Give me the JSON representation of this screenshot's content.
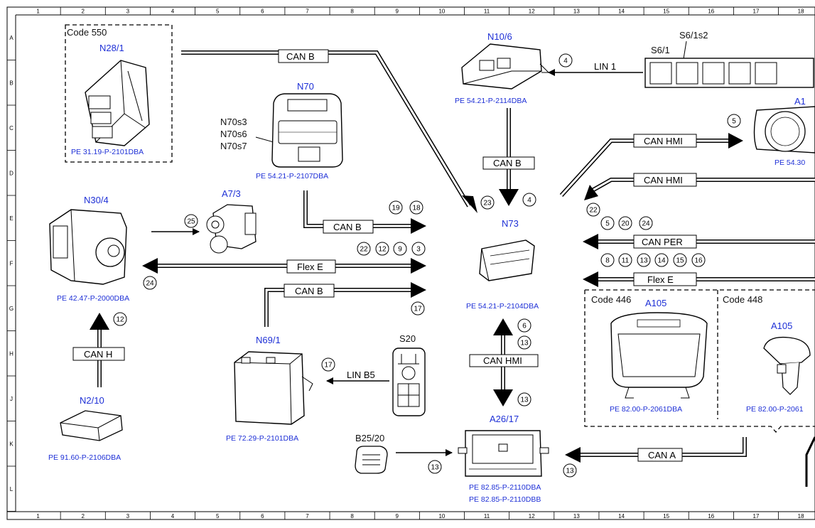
{
  "grid": {
    "columns": [
      "1",
      "2",
      "3",
      "4",
      "5",
      "6",
      "7",
      "8",
      "9",
      "10",
      "11",
      "12",
      "13",
      "14",
      "15",
      "16",
      "17",
      "18"
    ],
    "rows": [
      "A",
      "B",
      "C",
      "D",
      "E",
      "F",
      "G",
      "H",
      "J",
      "K",
      "L"
    ]
  },
  "codes": {
    "code_550": "Code 550",
    "code_446": "Code 446",
    "code_448": "Code 448"
  },
  "components": {
    "n28_1": "N28/1",
    "n70": "N70",
    "n70s3": "N70s3",
    "n70s6": "N70s6",
    "n70s7": "N70s7",
    "n10_6": "N10/6",
    "s6_1s2": "S6/1s2",
    "s6_1": "S6/1",
    "a1": "A1",
    "n30_4": "N30/4",
    "a7_3": "A7/3",
    "n73": "N73",
    "n69_1": "N69/1",
    "s20": "S20",
    "n2_10": "N2/10",
    "a26_17": "A26/17",
    "b25_20": "B25/20",
    "a105_446": "A105",
    "a105_448": "A105"
  },
  "refs": {
    "n28_1": "PE 31.19-P-2101DBA",
    "n70": "PE 54.21-P-2107DBA",
    "n10_6": "PE 54.21-P-2114DBA",
    "a1": "PE 54.30",
    "n30_4": "PE 42.47-P-2000DBA",
    "n73": "PE 54.21-P-2104DBA",
    "n69_1": "PE 72.29-P-2101DBA",
    "n2_10": "PE 91.60-P-2106DBA",
    "a26_17_a": "PE 82.85-P-2110DBA",
    "a26_17_b": "PE 82.85-P-2110DBB",
    "a105_446": "PE 82.00-P-2061DBA",
    "a105_448": "PE 82.00-P-2061"
  },
  "buses": {
    "can_b_top": "CAN B",
    "lin_1": "LIN 1",
    "can_b_vertical": "CAN B",
    "can_hmi_1": "CAN HMI",
    "can_hmi_2": "CAN HMI",
    "can_b_e": "CAN B",
    "flex_e_left": "Flex E",
    "can_b_g": "CAN B",
    "can_per": "CAN PER",
    "flex_e_right": "Flex E",
    "can_h": "CAN H",
    "lin_b5": "LIN B5",
    "can_hmi_lower": "CAN HMI",
    "can_a": "CAN A"
  },
  "markers": {
    "m4a": "4",
    "m4b": "4",
    "m5a": "5",
    "m22": "22",
    "m23": "23",
    "m19": "19",
    "m18": "18",
    "m25": "25",
    "m22b": "22",
    "m12b": "12",
    "m9": "9",
    "m3": "3",
    "m24a": "24",
    "m5b": "5",
    "m20": "20",
    "m24b": "24",
    "m8": "8",
    "m11": "11",
    "m13a": "13",
    "m14": "14",
    "m15": "15",
    "m16": "16",
    "m17a": "17",
    "m12a": "12",
    "m6": "6",
    "m13b": "13",
    "m13c": "13",
    "m17b": "17",
    "m13d": "13",
    "m13e": "13"
  }
}
